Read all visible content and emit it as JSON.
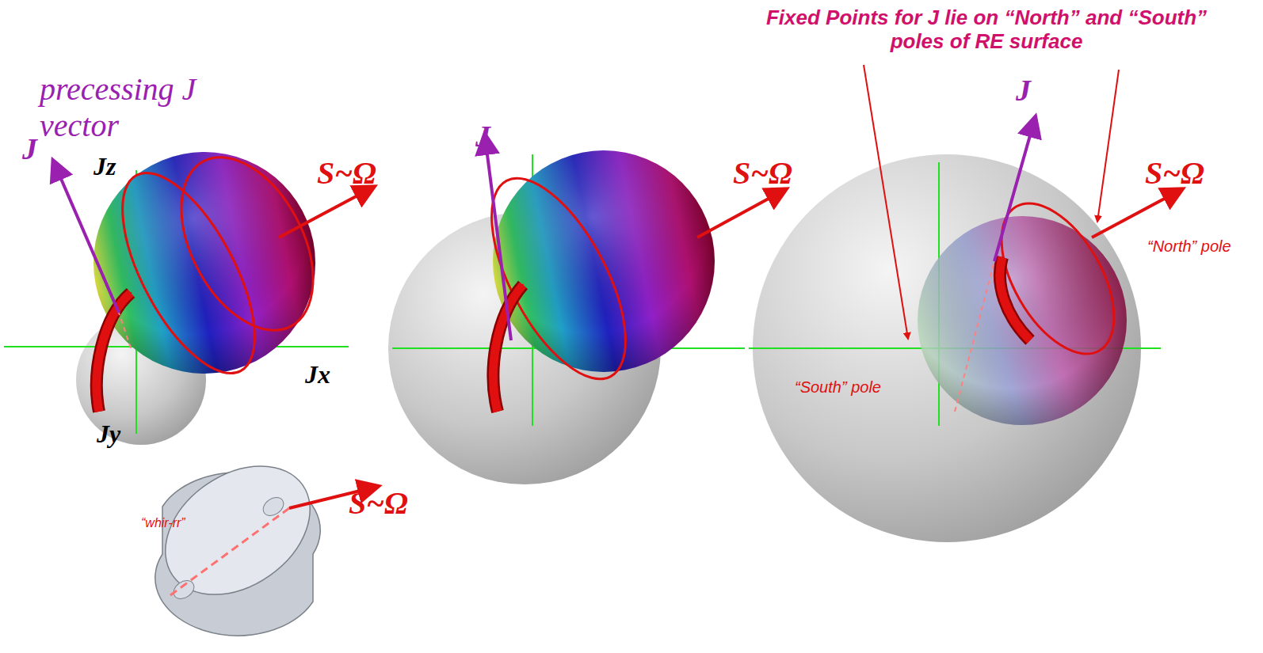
{
  "diagram": {
    "labels": [
      "precessing J vector",
      "J",
      "Jz",
      "Jx",
      "Jy",
      "S~Ω",
      "“whir-rr”",
      "S~Ω",
      "J",
      "S~Ω",
      "Fixed Points for J lie on “North” and “South” poles of RE surface",
      "J",
      "S~Ω",
      "“North” pole",
      "“South” pole"
    ]
  }
}
